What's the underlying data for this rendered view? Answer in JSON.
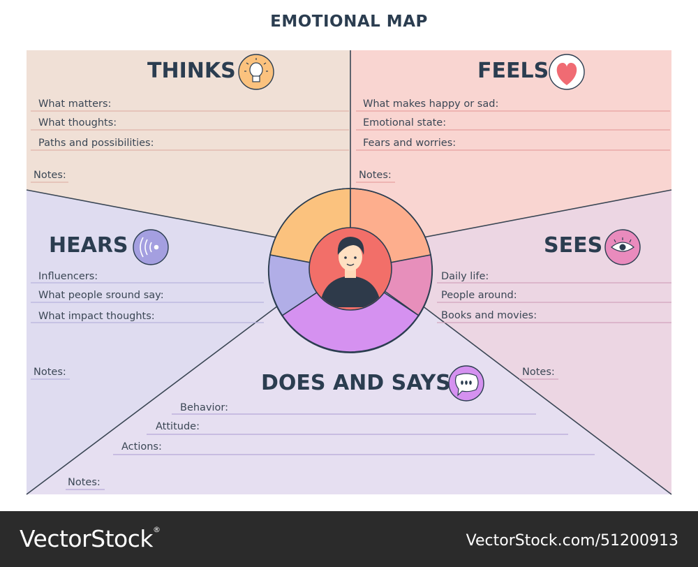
{
  "title": "EMOTIONAL MAP",
  "thinks": {
    "heading": "THINKS",
    "fields": [
      "What matters:",
      "What thoughts:",
      "Paths and possibilities:"
    ],
    "notes": "Notes:",
    "icon": "lightbulb-icon",
    "color": "#f0e0d6"
  },
  "feels": {
    "heading": "FEELS",
    "fields": [
      "What makes happy or sad:",
      "Emotional state:",
      "Fears and worries:"
    ],
    "notes": "Notes:",
    "icon": "heart-icon",
    "color": "#f9d5d1"
  },
  "hears": {
    "heading": "HEARS",
    "fields": [
      "Influencers:",
      "What people sround say:",
      "What impact thoughts:"
    ],
    "notes": "Notes:",
    "icon": "sound-waves-icon",
    "color": "#dfdcf0"
  },
  "sees": {
    "heading": "SEES",
    "fields": [
      "Daily life:",
      "People around:",
      "Books and movies:"
    ],
    "notes": "Notes:",
    "icon": "eye-icon",
    "color": "#ecd6e3"
  },
  "does": {
    "heading": "DOES AND SAYS",
    "fields": [
      "Behavior:",
      "Attitude:",
      "Actions:"
    ],
    "notes": "Notes:",
    "icon": "speech-bubble-icon",
    "color": "#e6dff1"
  },
  "center": {
    "icon": "person-avatar-icon"
  },
  "footer": {
    "brand": "VectorStock",
    "brand_mark": "®",
    "id": "VectorStock.com/51200913"
  }
}
